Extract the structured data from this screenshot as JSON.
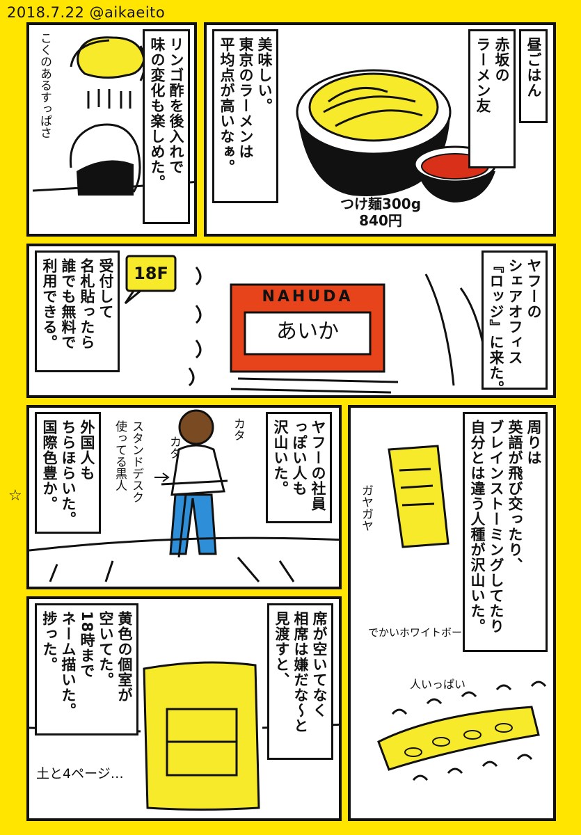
{
  "header": {
    "date_credit": "2018.7.22 @aikaeito"
  },
  "panel1": {
    "caption_title": "昼ごはん",
    "caption_place": "赤坂の\nラーメン友",
    "caption_comment": "美味しい。\n東京のラーメンは\n平均点が高いなぁ。",
    "item_name": "つけ麺300g",
    "item_price": "840円"
  },
  "panel2": {
    "caption_text": "リンゴ酢を後入れで\n味の変化も楽しめた。",
    "handwriting": "こくのあるすっぱさ"
  },
  "panel3": {
    "caption_right": "ヤフーの\nシェアオフィス\n『ロッジ』に来た。",
    "caption_left": "受付して\n名札貼ったら\n誰でも無料で\n利用できる。",
    "floor_sign": "18F",
    "nametag_header": "NAHUDA",
    "nametag_name": "あいか"
  },
  "panel4": {
    "caption_right": "ヤフーの社員\nっぽい人も\n沢山いた。",
    "caption_left": "外国人も\nちらほらいた。\n国際色豊か。",
    "handwriting_label": "スタンドデスク\n使ってる黒人",
    "sfx_1": "カタ",
    "sfx_2": "カタ"
  },
  "panel5": {
    "caption_text": "周りは\n英語が飛び交ったり、\nブレインストーミングしてたり\n自分とは違う人種が沢山いた。",
    "handwriting_board": "でかいホワイトボード",
    "handwriting_crowd": "人いっぱい",
    "handwriting_chatter": "ガヤガヤ"
  },
  "panel6": {
    "caption_right": "席が空いてなく\n相席は嫌だな〜と\n見渡すと、",
    "caption_left": "黄色の個室が\n空いてた。\n18時まで\nネーム描いた。\n捗った。",
    "handwriting": "土と4ページ…"
  },
  "colors": {
    "background": "#FFE500",
    "bowl_fill": "#F7EA2B",
    "nametag_red": "#E8441C",
    "soup_red": "#D9301A",
    "pants_blue": "#2E8FD8",
    "skin_brown": "#7A4A22"
  }
}
